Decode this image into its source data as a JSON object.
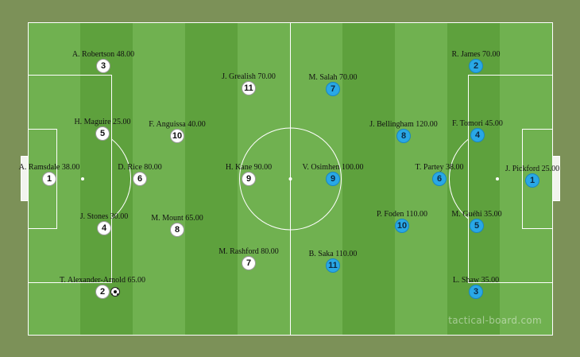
{
  "pitch": {
    "background": "#7c9158",
    "stripe_light": "#70b150",
    "stripe_dark": "#5ea13d",
    "line_color": "#ffffff"
  },
  "ball": {
    "icon": "soccer-ball-icon",
    "holder": "T. Alexander-Arnold"
  },
  "watermark": "tactical-board.com",
  "teams": {
    "home": {
      "token_color": "#ffffff",
      "players": [
        {
          "number": "1",
          "label": "A. Ramsdale 38.00"
        },
        {
          "number": "2",
          "label": "T. Alexander-Arnold 65.00"
        },
        {
          "number": "3",
          "label": "A. Robertson 48.00"
        },
        {
          "number": "4",
          "label": "J. Stones 30.00"
        },
        {
          "number": "5",
          "label": "H. Maguire 25.00"
        },
        {
          "number": "6",
          "label": "D. Rice 80.00"
        },
        {
          "number": "7",
          "label": "M. Rashford 80.00"
        },
        {
          "number": "8",
          "label": "M. Mount 65.00"
        },
        {
          "number": "9",
          "label": "H. Kane 90.00"
        },
        {
          "number": "10",
          "label": "F. Anguissa 40.00"
        },
        {
          "number": "11",
          "label": "J. Grealish 70.00"
        }
      ]
    },
    "away": {
      "token_color": "#29a8e6",
      "players": [
        {
          "number": "1",
          "label": "J. Pickford 25.00"
        },
        {
          "number": "2",
          "label": "R. James 70.00"
        },
        {
          "number": "3",
          "label": "L. Shaw 35.00"
        },
        {
          "number": "4",
          "label": "F. Tomori 45.00"
        },
        {
          "number": "5",
          "label": "M. Guéhi 35.00"
        },
        {
          "number": "6",
          "label": "T. Partey 38.00"
        },
        {
          "number": "7",
          "label": "M. Salah 70.00"
        },
        {
          "number": "8",
          "label": "J. Bellingham 120.00"
        },
        {
          "number": "9",
          "label": "V. Osimhen 100.00"
        },
        {
          "number": "10",
          "label": "P. Foden 110.00"
        },
        {
          "number": "11",
          "label": "B. Saka 110.00"
        }
      ]
    }
  }
}
